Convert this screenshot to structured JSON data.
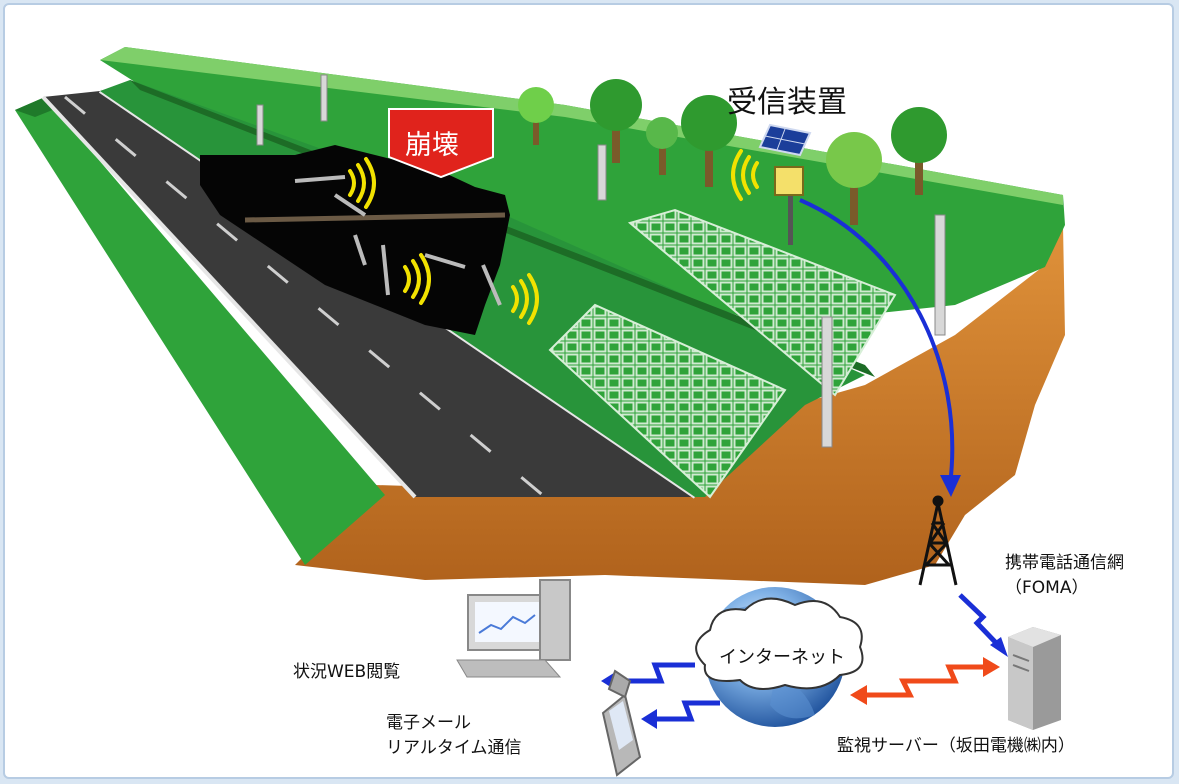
{
  "labels": {
    "receiver": "受信装置",
    "collapse": "崩壊",
    "carrier_line1": "携帯電話通信網",
    "carrier_line2": "（FOMA）",
    "web_view": "状況WEB閲覧",
    "internet": "インターネット",
    "mail_line1": "電子メール",
    "mail_line2": "リアルタイム通信",
    "server": "監視サーバー（坂田電機㈱内）"
  },
  "colors": {
    "grass": "#2fa33a",
    "grass_dark": "#1f7a2a",
    "road": "#3a3a3a",
    "earth": "#cf7f2c",
    "collapse_badge": "#e0231c",
    "signal": "#f2e200",
    "link_blue": "#1a2fd6",
    "link_red": "#f04a1a"
  },
  "icons": [
    "solar-panel-icon",
    "radio-tower-icon",
    "server-icon",
    "desktop-pc-icon",
    "mobile-phone-icon",
    "globe-icon",
    "cloud-icon",
    "tree-icon",
    "sensor-pole-icon",
    "signal-wave-icon"
  ]
}
